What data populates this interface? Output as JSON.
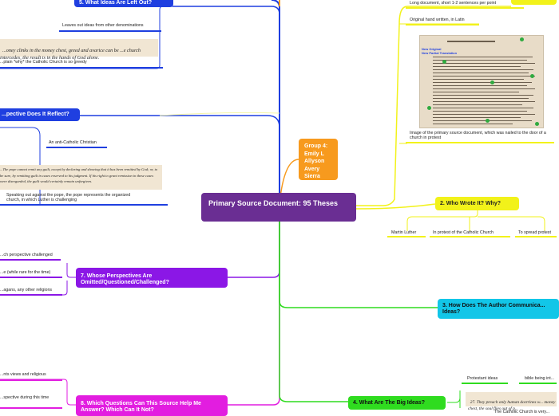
{
  "center": {
    "title": "Primary Source Document: 95 Theses"
  },
  "group": {
    "lines": [
      "Group 4:",
      "Emily L",
      "Allyson",
      "Avery",
      "Sierra"
    ]
  },
  "branches": {
    "left_out": {
      "title": "5. What Ideas Are Left Out?",
      "leaf1": "Leaves out ideas from other denominations",
      "quote": "...oney clinks in the money chest, greed and avarice can be ...e church intercedes, the result is in the hands of God alone.",
      "leaf2": "...plain *why* the Catholic Church is so greedy"
    },
    "perspective": {
      "title": "...pective Does It Reflect?",
      "leaf1": "An anti-Catholic Christian",
      "quote": "...The pope cannot remit any guilt, except by declaring and showing that it has been remitted by God; or, to be sure, by remitting guilt in cases reserved to his judgment. If his right to grant remission in these cases were disregarded, the guilt would certainly remain unforgiven.",
      "leaf2": "Speaking out against the pope, the pope represents the organized church, in which Luther is challenging"
    },
    "omitted": {
      "title": "7. Whose Perspectives Are Omitted/Questioned/Challenged?",
      "leaf1": "...ch perspective challenged",
      "leaf2": "...e (while rare for the time)",
      "leaf3": "...agans, any other religions"
    },
    "which_questions": {
      "title": "8. Which Questions Can This Source Help Me Answer? Which Can It Not?",
      "leaf1": "...nts views and religious",
      "leaf2": "...spective during this time"
    },
    "what_is": {
      "leaf1": "Long document, short 1-2 sentences per point",
      "leaf2": "Original hand written, in Latin",
      "image_title1": "New Original",
      "image_title2": "New Partial Translation",
      "image_caption": "Image of the primary source document, which was nailed to the door of a church in protest"
    },
    "who_wrote": {
      "title": "2. Who Wrote It? Why?",
      "leaf1": "Martin Luther",
      "leaf2": "In protest of the Catholic Church",
      "leaf3": "To spread protest"
    },
    "communicate": {
      "title": "3. How Does The Author Communica... Ideas?"
    },
    "big_ideas": {
      "title": "4. What Are The Big Ideas?",
      "leaf1": "Protestant ideas",
      "leaf2": "bible being int...",
      "quote": "27. They preach only human doctrines w... money chest, the soul flies out of p...",
      "leaf3": "The Catholic Church is very..."
    }
  },
  "colors": {
    "blue": "#1f3fe0",
    "purple": "#8b17e6",
    "magenta": "#e21de0",
    "yellow": "#f2f21a",
    "cyan": "#12c6e8",
    "green": "#2fdc1f",
    "center": "#6a2e93",
    "group": "#f79a1e"
  }
}
